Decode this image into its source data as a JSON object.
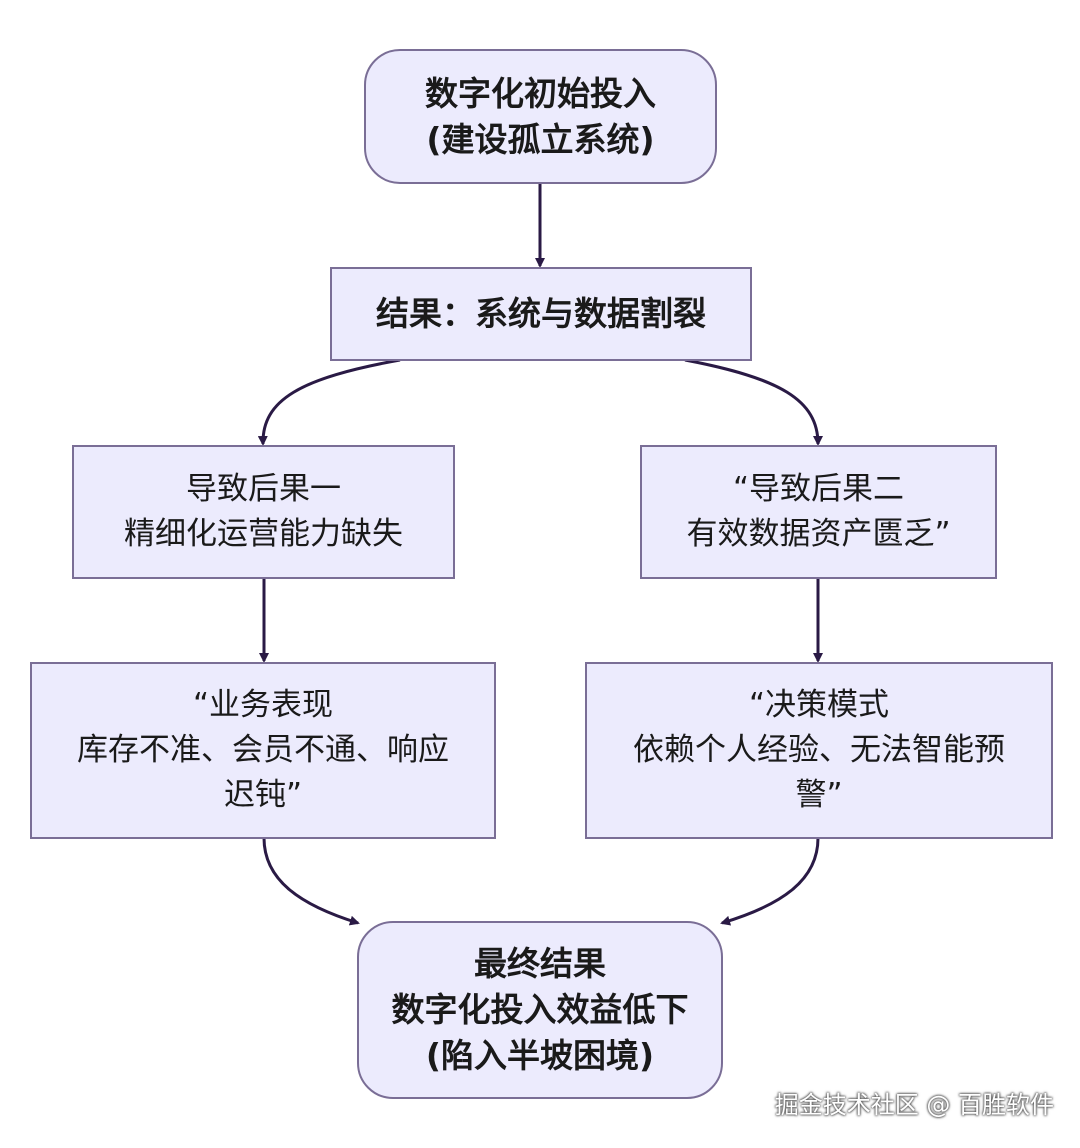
{
  "nodes": {
    "start": {
      "lines": [
        "数字化初始投入",
        "(建设孤立系统)"
      ]
    },
    "result": {
      "lines": [
        "结果：系统与数据割裂"
      ]
    },
    "consequence_1": {
      "lines": [
        "导致后果一",
        "精细化运营能力缺失"
      ]
    },
    "consequence_2": {
      "lines": [
        "“导致后果二",
        "有效数据资产匮乏”"
      ]
    },
    "business": {
      "lines": [
        "“业务表现",
        "库存不准、会员不通、响应",
        "迟钝”"
      ]
    },
    "decision": {
      "lines": [
        "“决策模式",
        "依赖个人经验、无法智能预",
        "警”"
      ]
    },
    "final": {
      "lines": [
        "最终结果",
        "数字化投入效益低下",
        "(陷入半坡困境)"
      ]
    }
  },
  "watermark": "掘金技术社区 @ 百胜软件",
  "colors": {
    "node_fill": "#ecebfd",
    "node_border": "#7a6e96",
    "arrow": "#2a1a45"
  }
}
